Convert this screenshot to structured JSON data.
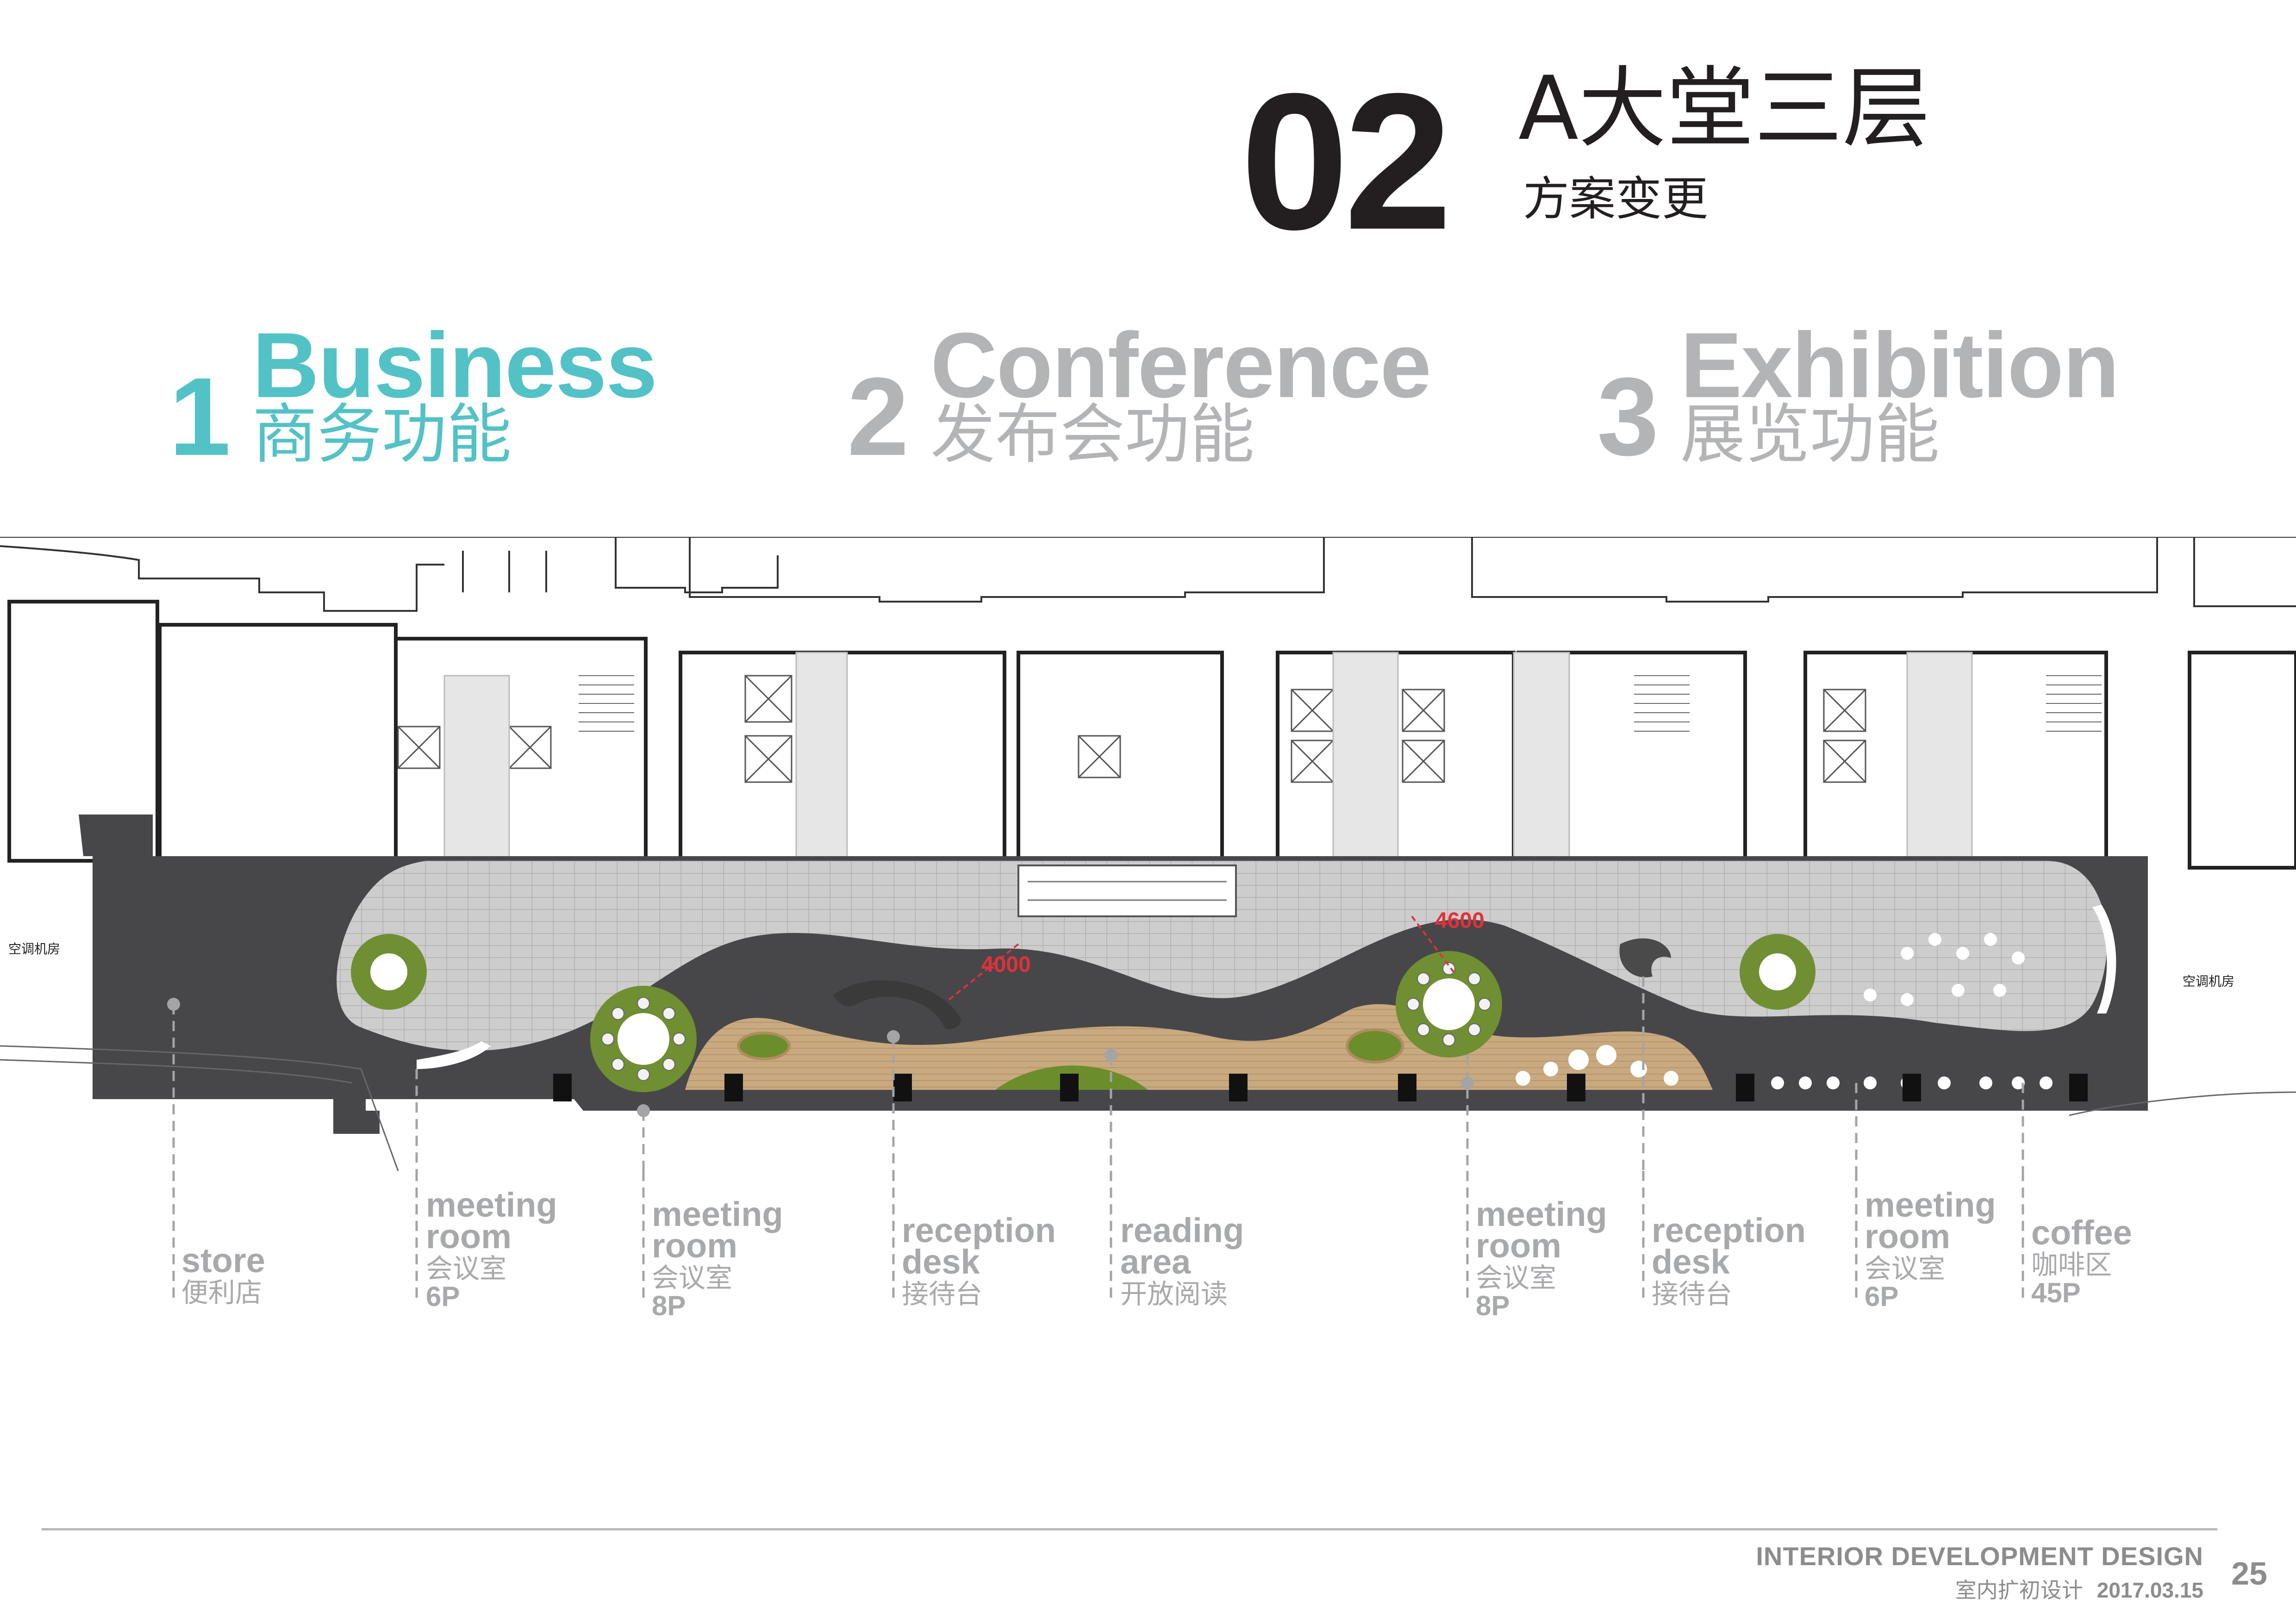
{
  "header": {
    "number": "02",
    "title": "A大堂三层",
    "subtitle": "方案变更"
  },
  "tabs": [
    {
      "num": "1",
      "en": "Business",
      "zh": "商务功能",
      "state": "active"
    },
    {
      "num": "2",
      "en": "Conference",
      "zh": "发布会功能",
      "state": "inactive"
    },
    {
      "num": "3",
      "en": "Exhibition",
      "zh": "展览功能",
      "state": "inactive"
    }
  ],
  "plan": {
    "room_left": "空调机房",
    "room_right": "空调机房",
    "dim_1": "4000",
    "dim_2": "4600"
  },
  "labels": [
    {
      "en": "store",
      "zh": "便利店",
      "cap": ""
    },
    {
      "en": "meeting room",
      "zh": "会议室",
      "cap": "6P"
    },
    {
      "en": "meeting room",
      "zh": "会议室",
      "cap": "8P"
    },
    {
      "en": "reception desk",
      "zh": "接待台",
      "cap": ""
    },
    {
      "en": "reading area",
      "zh": "开放阅读",
      "cap": ""
    },
    {
      "en": "meeting room",
      "zh": "会议室",
      "cap": "8P"
    },
    {
      "en": "reception desk",
      "zh": "接待台",
      "cap": ""
    },
    {
      "en": "meeting room",
      "zh": "会议室",
      "cap": "6P"
    },
    {
      "en": "coffee",
      "zh": "咖啡区",
      "cap": "45P"
    }
  ],
  "footer": {
    "title_en": "INTERIOR DEVELOPMENT DESIGN",
    "title_zh": "室内扩初设计",
    "date": "2017.03.15",
    "page": "25"
  },
  "colors": {
    "accent": "#52c2c6",
    "inactive": "#b3b4b6",
    "dimension": "#e0313b",
    "dark_floor": "#4a4a4c",
    "light_floor": "#cfcfcf",
    "wood": "#c8a97e",
    "green": "#6f8f32"
  }
}
